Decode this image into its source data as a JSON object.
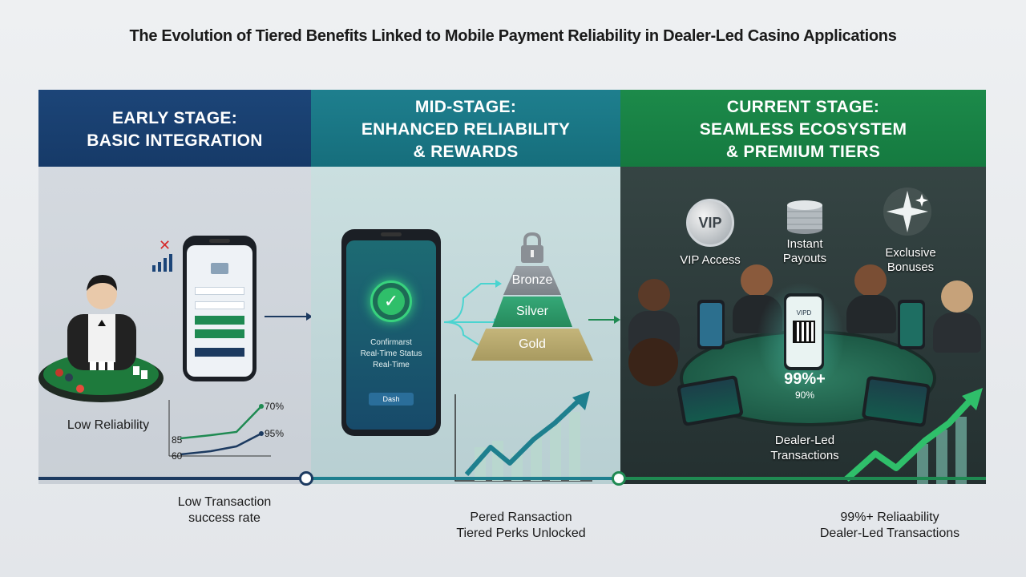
{
  "title": "The Evolution of Tiered Benefits Linked to Mobile Payment Reliability in Dealer-Led Casino Applications",
  "stages": {
    "early": {
      "line1": "EARLY STAGE:",
      "line2": "BASIC INTEGRATION"
    },
    "mid": {
      "line1": "MID-STAGE:",
      "line2": "ENHANCED RELIABILITY",
      "line3": "& REWARDS"
    },
    "current": {
      "line1": "CURRENT STAGE:",
      "line2": "SEAMLESS ECOSYSTEM",
      "line3": "& PREMIUM TIERS"
    }
  },
  "early": {
    "reliability_label": "Low Reliability",
    "mini_chart": {
      "labels": [
        "70%",
        "95%",
        "85",
        "60"
      ]
    }
  },
  "mid": {
    "phone_text": {
      "line1": "Confirmarst",
      "line2": "Real-Time Status",
      "line3": "Real-Time",
      "button": "Dash"
    },
    "tiers": [
      "Bronze",
      "Silver",
      "Gold"
    ]
  },
  "current": {
    "icons": [
      {
        "name": "vip",
        "badge": "VIP",
        "label": "VIP Access"
      },
      {
        "name": "payouts",
        "label_line1": "Instant",
        "label_line2": "Payouts"
      },
      {
        "name": "bonuses",
        "label_line1": "Exclusive",
        "label_line2": "Bonuses"
      }
    ],
    "stat_big": "99%+",
    "stat_small": "90%",
    "center_label_line1": "Dealer-Led",
    "center_label_line2": "Transactions",
    "qr_text": "VIPD"
  },
  "captions": {
    "early": {
      "line1": "Low Transaction",
      "line2": "success rate"
    },
    "mid": {
      "line1": "Pered Ransaction",
      "line2": "Tiered Perks Unlocked"
    },
    "current": {
      "line1": "99%+ Reliaability",
      "line2": "Dealer-Led Transactions"
    }
  },
  "colors": {
    "early_header": "#1c4578",
    "mid_header": "#1e7f8e",
    "current_header": "#1c8a4a",
    "bronze": "#8a8f95",
    "silver": "#2f9b6b",
    "gold": "#b9a96a"
  }
}
